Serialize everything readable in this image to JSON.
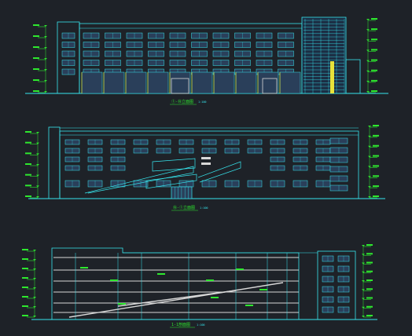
{
  "colors": {
    "background": "#1e2228",
    "outline": "#37e6ee",
    "annotation": "#2ee82e",
    "highlight": "#e8e23a",
    "window_fill": "#2a3f5a",
    "floor_line": "#d8d8d8"
  },
  "drawings": [
    {
      "id": "elevation-1",
      "caption": "①-⑱立面图",
      "scale": "1:100"
    },
    {
      "id": "elevation-2",
      "caption": "⑱-①立面图",
      "scale": "1:100"
    },
    {
      "id": "section-1",
      "caption": "1-1剖面图",
      "scale": "1:100"
    }
  ]
}
